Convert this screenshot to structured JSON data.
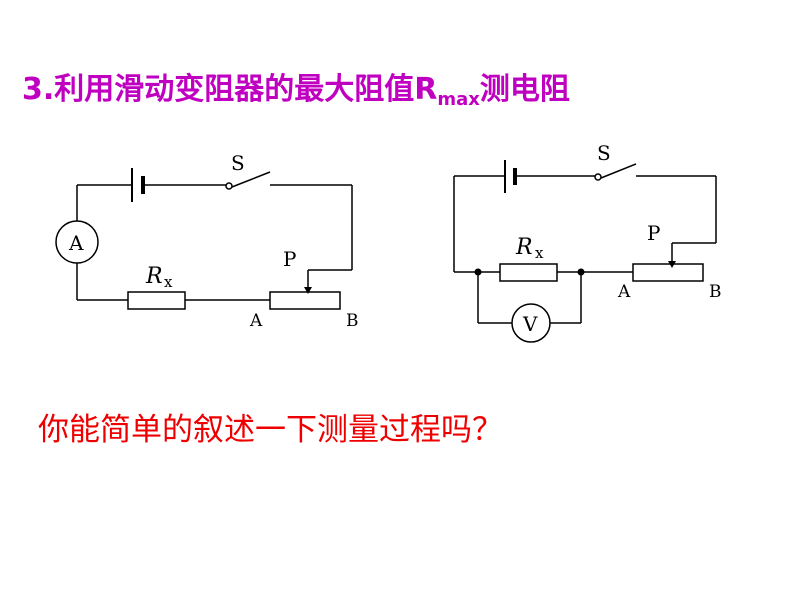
{
  "slide": {
    "title_main": "3.利用滑动变阻器的最大阻值R",
    "title_sub": "max",
    "title_end": "测电阻",
    "question": "你能简单的叙述一下测量过程吗？"
  },
  "colors": {
    "title": "#c000c0",
    "question": "#ee0000",
    "wire": "#000000"
  },
  "circuit_ammeter": {
    "switch_label": "S",
    "meter_label": "A",
    "resistor_label": "R",
    "resistor_sub": "x",
    "slider_label": "P",
    "end_a_label": "A",
    "end_b_label": "B"
  },
  "circuit_voltmeter": {
    "switch_label": "S",
    "meter_label": "V",
    "resistor_label": "R",
    "resistor_sub": "x",
    "slider_label": "P",
    "end_a_label": "A",
    "end_b_label": "B"
  }
}
